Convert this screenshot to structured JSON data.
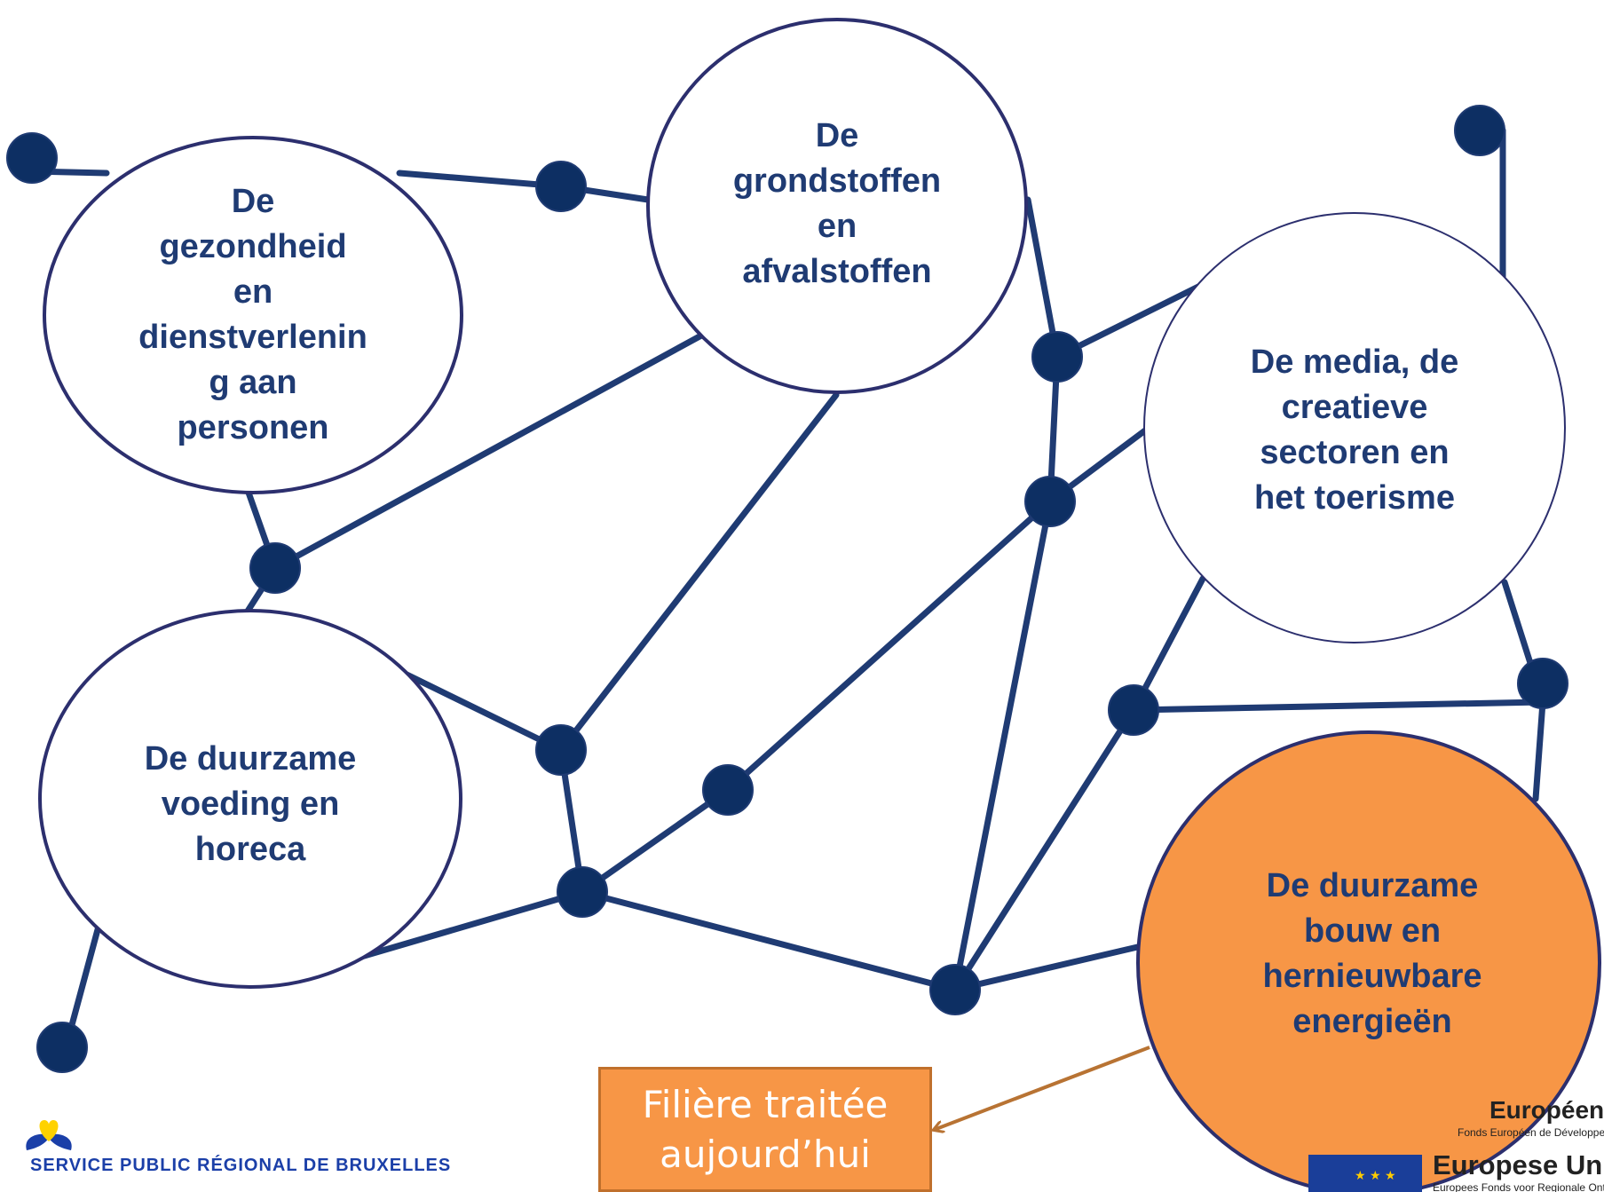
{
  "diagram": {
    "bubbles": [
      {
        "id": "sante",
        "lines": [
          "De",
          "gezondheid",
          "en",
          "dienstverlenin",
          "g aan",
          "personen"
        ],
        "highlight": false
      },
      {
        "id": "ressources",
        "lines": [
          "De",
          "grondstoffen",
          "en",
          "afvalstoffen"
        ],
        "highlight": false
      },
      {
        "id": "media",
        "lines": [
          "De media, de",
          "creatieve",
          "sectoren en",
          "het toerisme"
        ],
        "highlight": false
      },
      {
        "id": "alimentation",
        "lines": [
          "De duurzame",
          "voeding en",
          "horeca"
        ],
        "highlight": false
      },
      {
        "id": "construction",
        "lines": [
          "De duurzame",
          "bouw en",
          "hernieuwbare",
          "energieën"
        ],
        "highlight": true
      }
    ],
    "callout": {
      "lines": [
        "Filière traitée",
        "aujourd’hui"
      ]
    }
  },
  "footer": {
    "left_logo_text": "SERVICE PUBLIC RÉGIONAL DE BRUXELLES",
    "right_logo": {
      "fr_title": "Européen",
      "fr_sub": "Fonds Européen de Développement Régional",
      "nl_title": "Europese Unie",
      "nl_sub": "Europees Fonds voor Regionale Ontwikkeling"
    }
  },
  "colors": {
    "network": "#1f3b73",
    "node": "#0d2f63",
    "bubble_border": "#2c2f6e",
    "highlight_fill": "#f79646",
    "callout_arrow": "#b87333",
    "eu_blue": "#1a3e99",
    "eu_star": "#ffcc00"
  }
}
